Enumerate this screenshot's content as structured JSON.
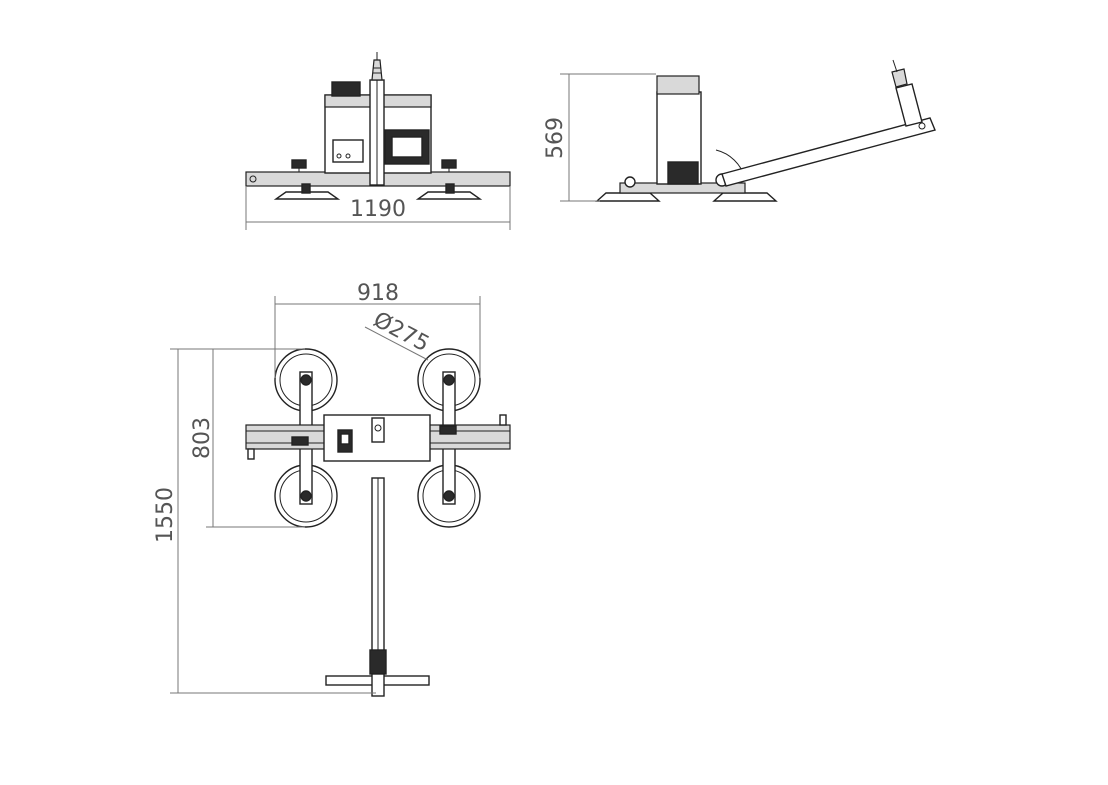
{
  "dimensions": {
    "front_width": "1190",
    "side_height": "569",
    "top_cup_span": "918",
    "cup_diameter": "Ø275",
    "top_cup_pitch": "803",
    "top_total_length": "1550"
  },
  "colors": {
    "line": "#222222",
    "dimension": "#777777",
    "dimension_text": "#555555"
  }
}
